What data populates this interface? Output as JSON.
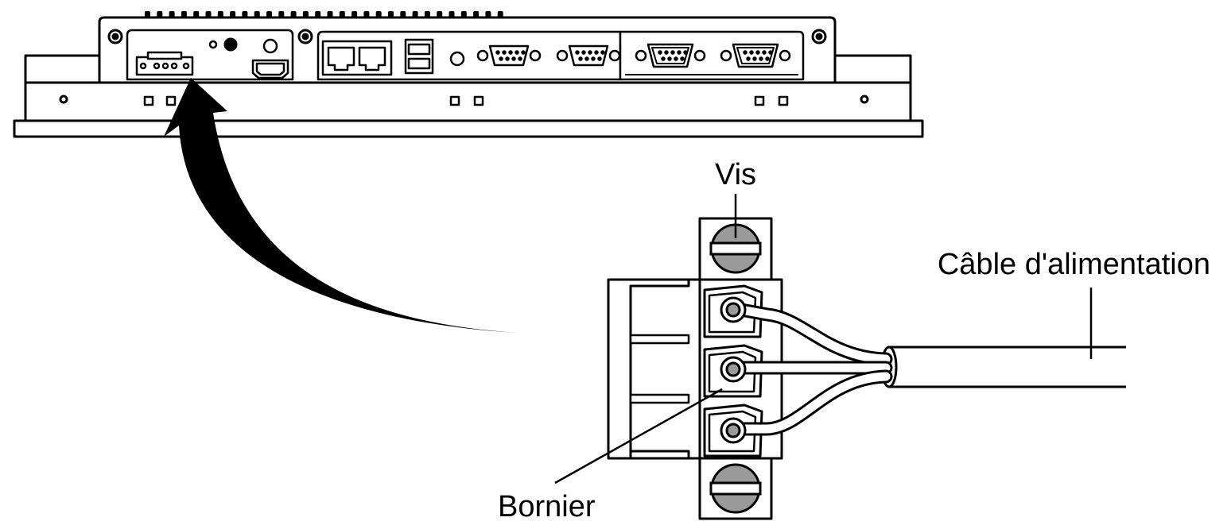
{
  "labels": {
    "screw": "Vis",
    "power_cable": "Câble d'alimentation",
    "terminal_block": "Bornier"
  },
  "colors": {
    "stroke": "#000000",
    "fill": "#ffffff",
    "screw_fill": "#9a9a9a"
  }
}
